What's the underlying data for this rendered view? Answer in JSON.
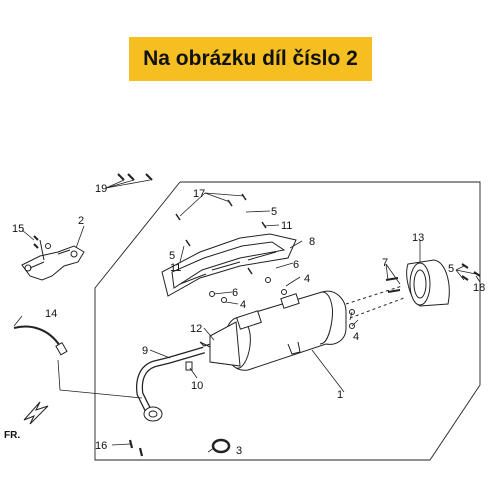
{
  "banner": {
    "text": "Na obrázku díl číslo 2",
    "background": "#f5bf22"
  },
  "callouts": [
    "1",
    "2",
    "3",
    "4",
    "4",
    "4",
    "5",
    "5",
    "5",
    "6",
    "6",
    "7",
    "8",
    "9",
    "10",
    "11",
    "11",
    "12",
    "13",
    "14",
    "15",
    "16",
    "17",
    "18",
    "19"
  ],
  "direction_label": "FR."
}
